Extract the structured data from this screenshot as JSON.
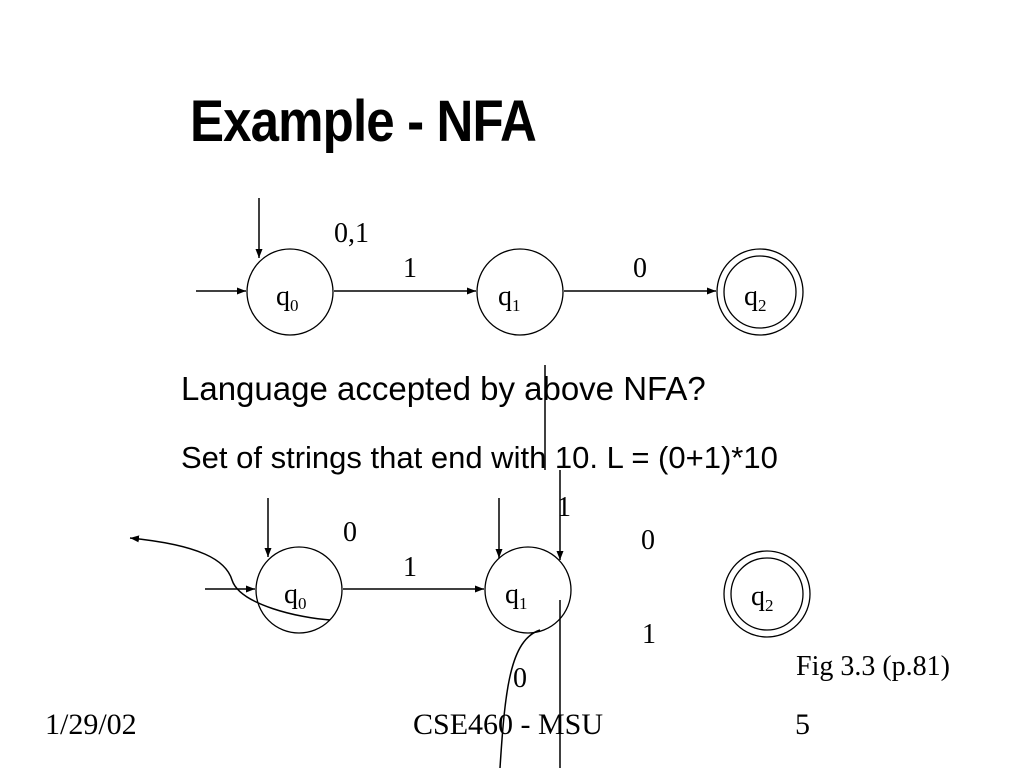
{
  "slide": {
    "title": "Example - NFA",
    "question": "Language accepted by above NFA?",
    "answer": "Set of strings that end with 10.  L = (0+1)*10",
    "caption": "Fig 3.3 (p.81)"
  },
  "footer": {
    "date": "1/29/02",
    "course": "CSE460 - MSU",
    "page": "5"
  },
  "nfa_top": {
    "states": [
      {
        "base": "q",
        "index": "0"
      },
      {
        "base": "q",
        "index": "1"
      },
      {
        "base": "q",
        "index": "2"
      }
    ],
    "loop_label": "0,1",
    "edge_labels": [
      "1",
      "0"
    ]
  },
  "nfa_bottom": {
    "states": [
      {
        "base": "q",
        "index": "0"
      },
      {
        "base": "q",
        "index": "1"
      },
      {
        "base": "q",
        "index": "2"
      }
    ],
    "labels": [
      "0",
      "1",
      "1",
      "0",
      "1",
      "0"
    ]
  }
}
